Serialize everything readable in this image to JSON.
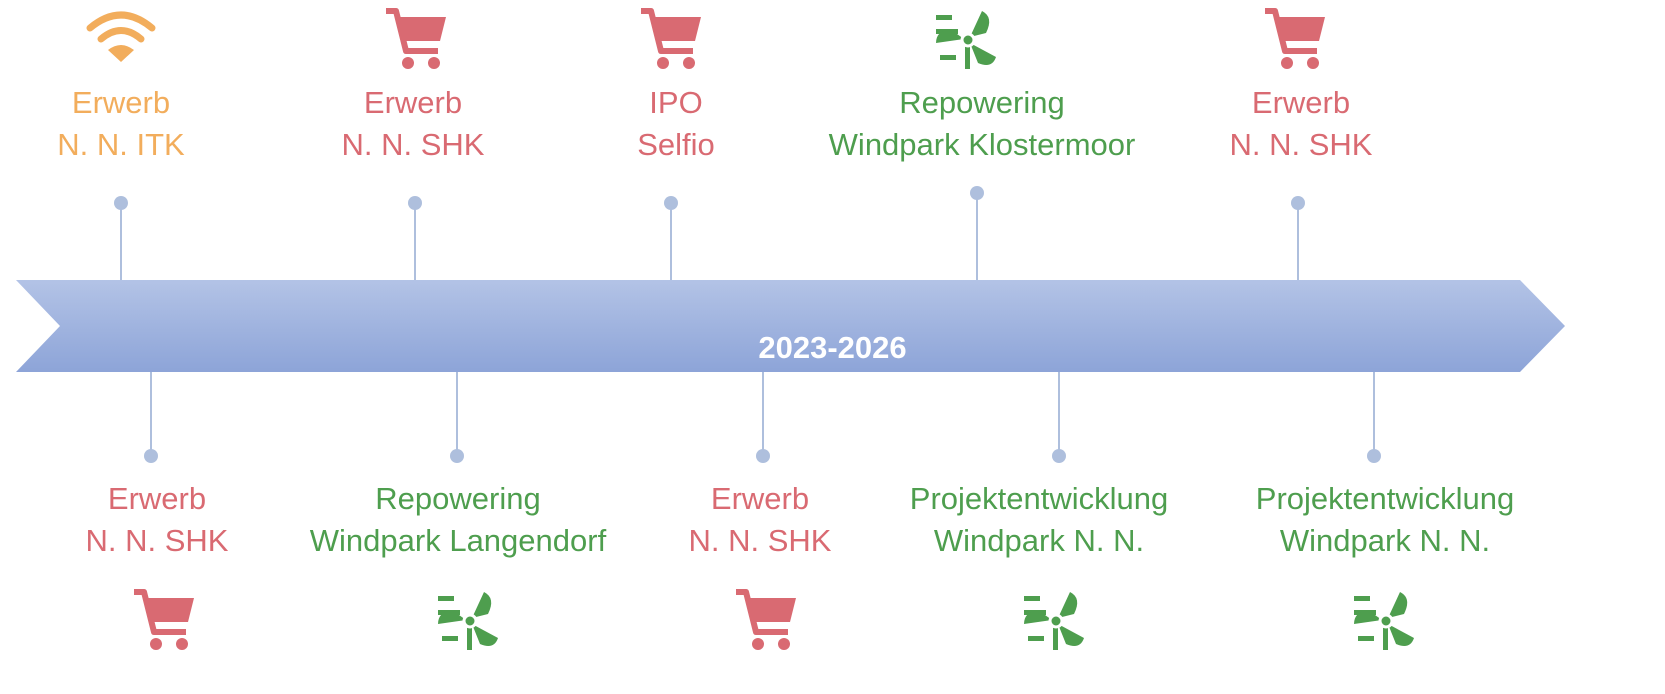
{
  "timeline": {
    "center_label": "2023-2026",
    "colors": {
      "acquisition": "#d96a72",
      "ipo": "#d96a72",
      "repowering": "#4e9e4e",
      "it": "#f2ad5c",
      "arrow_top": "#b3c3e6",
      "arrow_bottom": "#8da4d8",
      "connector": "#aebfdd"
    },
    "events_top": [
      {
        "line1": "Erwerb",
        "line2": "N. N. ITK",
        "icon": "wifi-icon"
      },
      {
        "line1": "Erwerb",
        "line2": "N. N. SHK",
        "icon": "shopping-cart-icon"
      },
      {
        "line1": "IPO",
        "line2": "Selfio",
        "icon": "shopping-cart-icon"
      },
      {
        "line1": "Repowering",
        "line2": "Windpark Klostermoor",
        "icon": "wind-turbine-icon"
      },
      {
        "line1": "Erwerb",
        "line2": "N. N. SHK",
        "icon": "shopping-cart-icon"
      }
    ],
    "events_bottom": [
      {
        "line1": "Erwerb",
        "line2": "N. N. SHK",
        "icon": "shopping-cart-icon"
      },
      {
        "line1": "Repowering",
        "line2": "Windpark Langendorf",
        "icon": "wind-turbine-icon"
      },
      {
        "line1": "Erwerb",
        "line2": "N. N. SHK",
        "icon": "shopping-cart-icon"
      },
      {
        "line1": "Projektentwicklung",
        "line2": "Windpark N. N.",
        "icon": "wind-turbine-icon"
      },
      {
        "line1": "Projektentwicklung",
        "line2": "Windpark N. N.",
        "icon": "wind-turbine-icon"
      }
    ]
  }
}
